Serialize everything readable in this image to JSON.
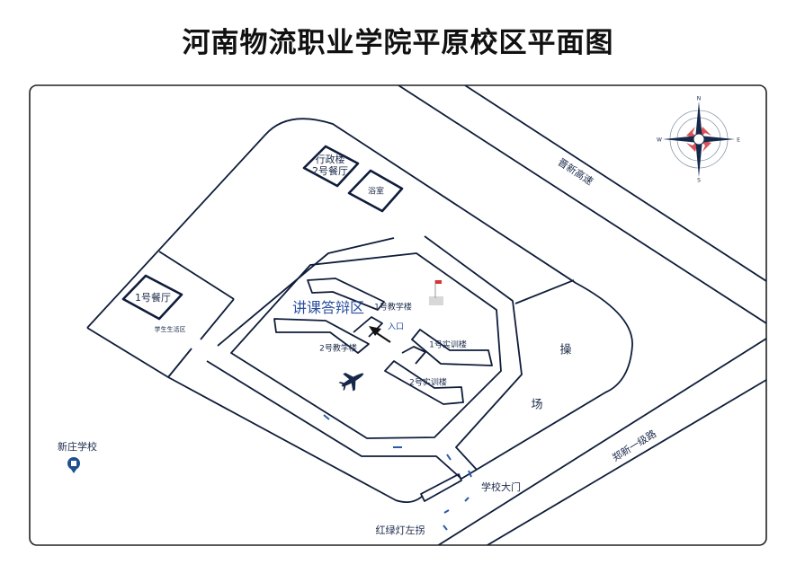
{
  "title": "河南物流职业学院平原校区平面图",
  "colors": {
    "line": "#0f1d3a",
    "accent_blue": "#2a5ba8",
    "flag_red": "#d9323a",
    "compass_red": "#d9545a"
  },
  "compass": {
    "n": "N",
    "e": "E",
    "s": "S",
    "w": "W"
  },
  "roads": {
    "top": "晋新高速",
    "bottom": "郑新一级路"
  },
  "buildings": {
    "admin": "行政楼",
    "canteen2": "2号餐厅",
    "bath": "浴室",
    "canteen1": "1号餐厅",
    "student_area": "学生生活区",
    "lecture_zone": "讲课答辩区",
    "teach1": "1号教学楼",
    "entrance": "入口",
    "teach2": "2号教学楼",
    "train1": "1号实训楼",
    "train2": "2号实训楼",
    "playground_1": "操",
    "playground_2": "场"
  },
  "landmarks": {
    "school": "新庄学校",
    "gate": "学校大门",
    "traffic_light": "红绿灯左拐"
  }
}
